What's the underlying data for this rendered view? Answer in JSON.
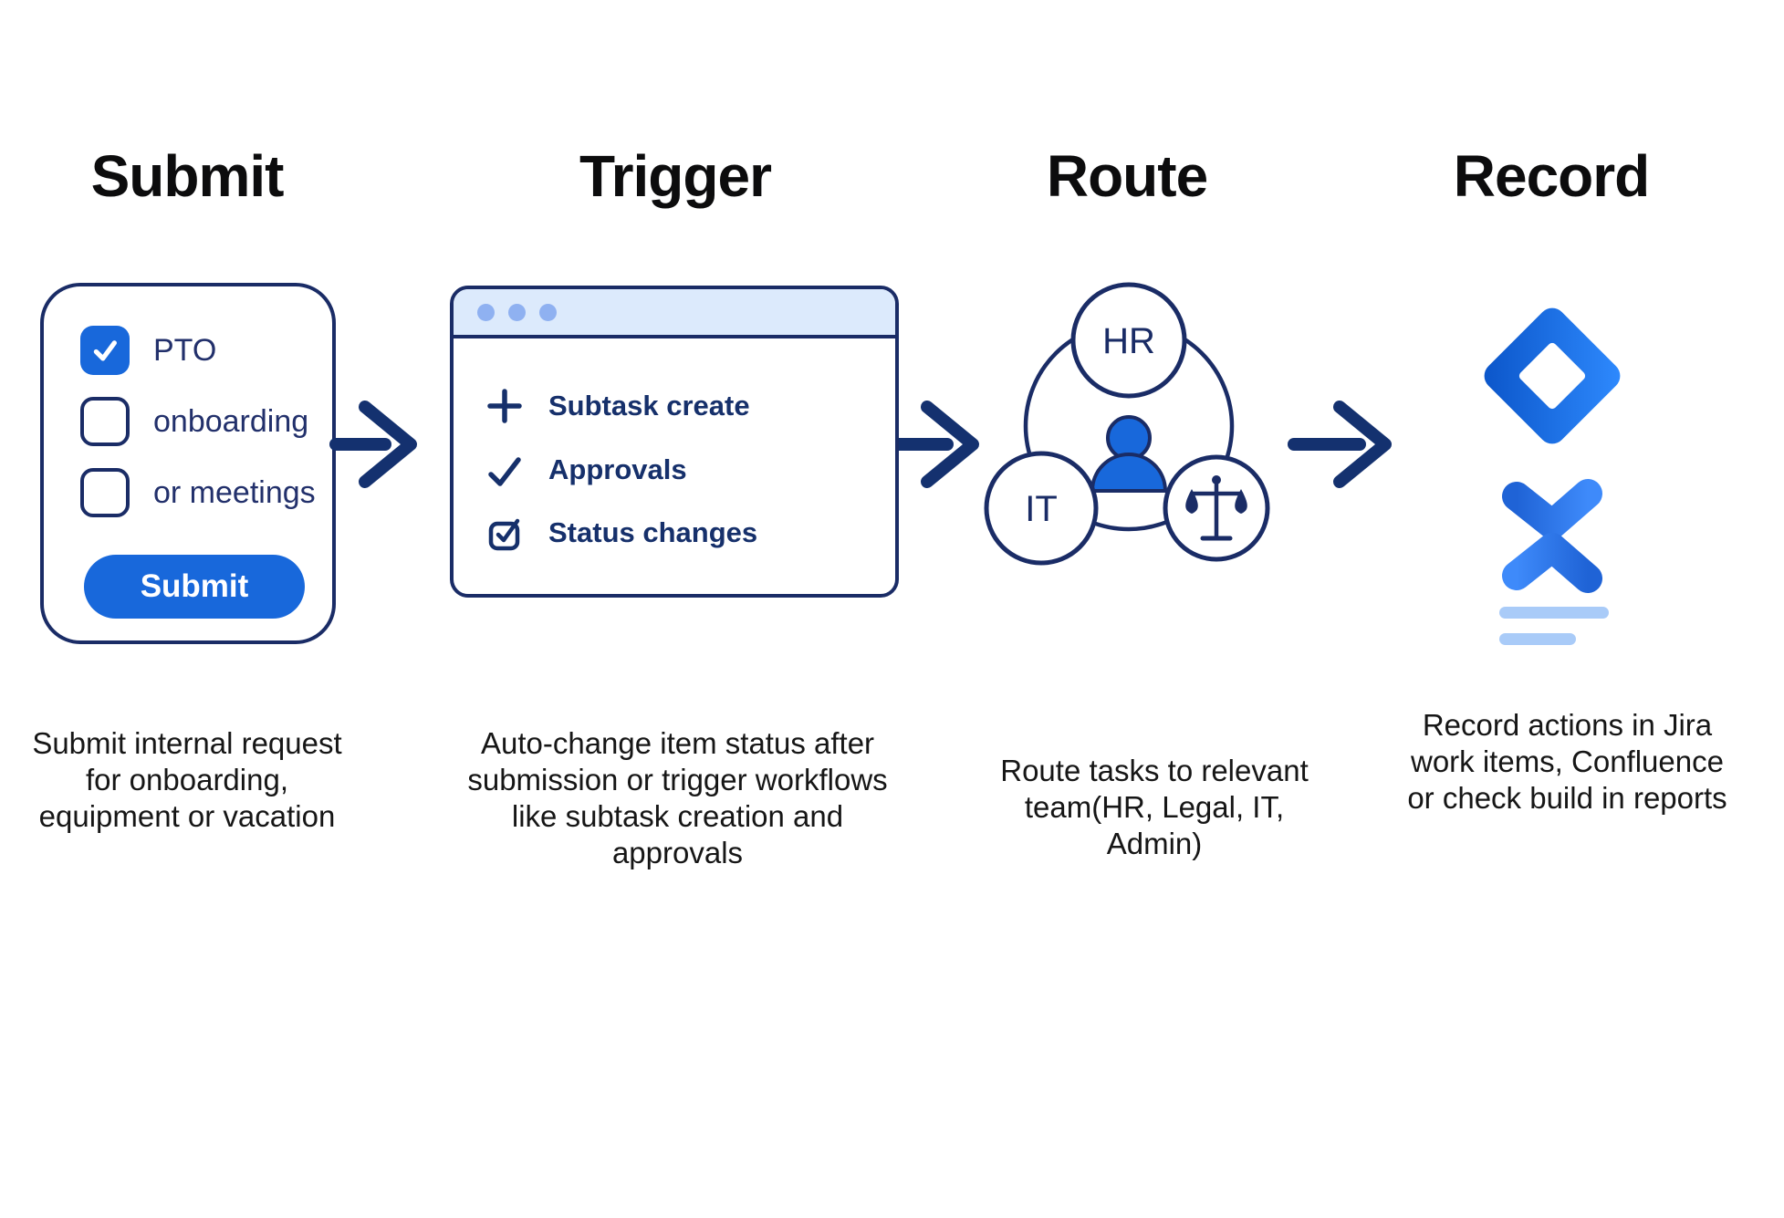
{
  "headings": {
    "submit": "Submit",
    "trigger": "Trigger",
    "route": "Route",
    "record": "Record"
  },
  "submit_card": {
    "checkboxes": [
      {
        "label": "PTO",
        "checked": true
      },
      {
        "label": "onboarding",
        "checked": false
      },
      {
        "label": "or meetings",
        "checked": false
      }
    ],
    "button_label": "Submit"
  },
  "trigger_window": {
    "rows": [
      {
        "icon": "plus-icon",
        "label": "Subtask create"
      },
      {
        "icon": "check-icon",
        "label": "Approvals"
      },
      {
        "icon": "checked-box-icon",
        "label": "Status changes"
      }
    ]
  },
  "route_graphic": {
    "top_circle_label": "HR",
    "left_circle_label": "IT",
    "right_circle_icon": "scales-icon",
    "center_icon": "person-icon"
  },
  "record_graphic": {
    "icons": [
      "jira-logo",
      "confluence-logo",
      "text-lines"
    ]
  },
  "captions": {
    "submit": "Submit internal request for onboarding, equipment or vacation",
    "trigger": "Auto-change item status after submission or trigger workflows like subtask creation and approvals",
    "route": "Route tasks to relevant team(HR, Legal, IT, Admin)",
    "record": "Record actions in Jira work items, Confluence or check build in reports"
  },
  "colors": {
    "navy_outline": "#1A2C66",
    "navy_text": "#16306B",
    "accent_blue": "#1868DB",
    "titlebar_blue": "#DCEAFC",
    "dot_blue": "#8FB1F1",
    "light_line_blue": "#A9CBF8",
    "jira_blue_light": "#2F8BFF",
    "jira_blue_dark": "#0A54C8",
    "caption_text": "#161616",
    "heading_text": "#0C0C0D"
  }
}
